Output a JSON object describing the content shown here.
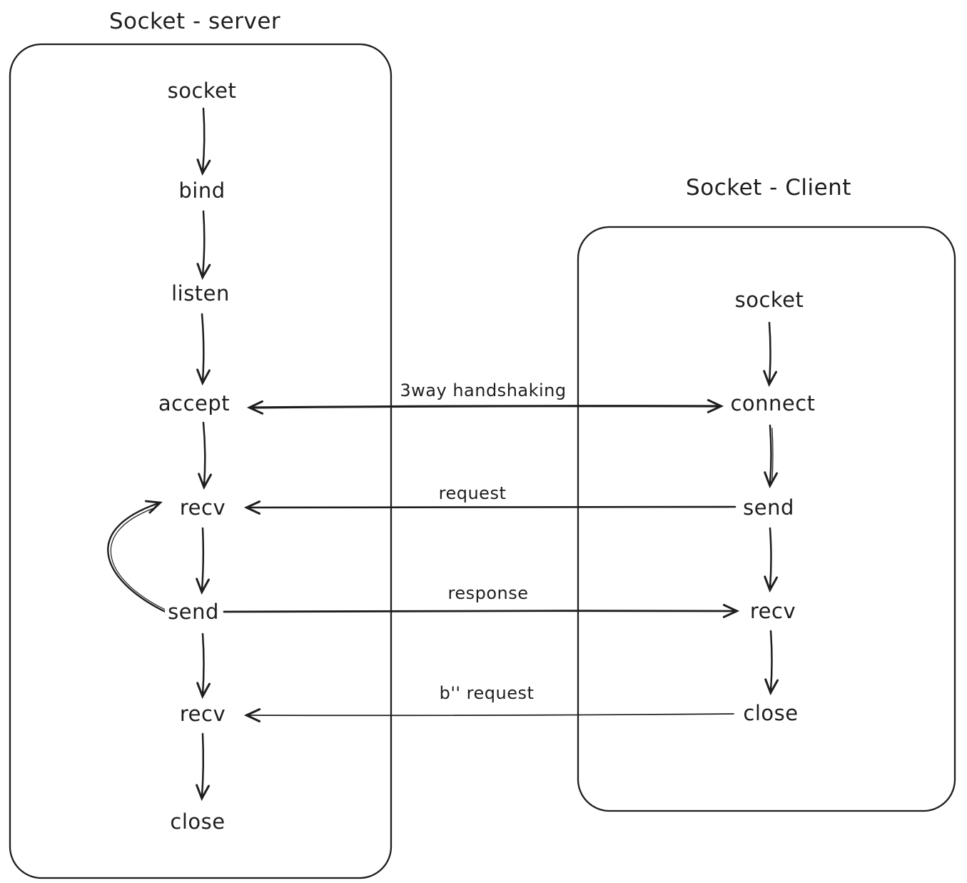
{
  "diagram": {
    "server": {
      "title": "Socket - server",
      "nodes": [
        "socket",
        "bind",
        "listen",
        "accept",
        "recv",
        "send",
        "recv",
        "close"
      ]
    },
    "client": {
      "title": "Socket - Client",
      "nodes": [
        "socket",
        "connect",
        "send",
        "recv",
        "close"
      ]
    },
    "messages": {
      "handshake": "3way handshaking",
      "request": "request",
      "response": "response",
      "close_request": "b'' request"
    },
    "colors": {
      "stroke": "#1e1e1e",
      "background": "#ffffff"
    }
  }
}
